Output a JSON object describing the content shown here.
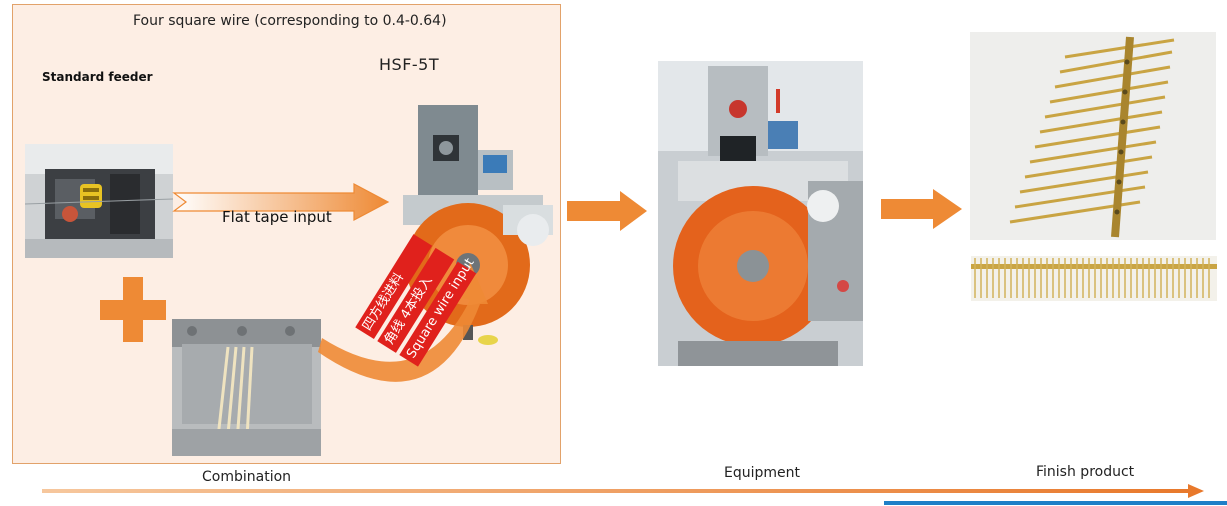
{
  "panel": {
    "title": "Four square wire (corresponding to 0.4-0.64)",
    "standard_feeder_label": "Standard feeder",
    "model_label": "HSF-5T",
    "flat_tape_label": "Flat tape input",
    "square_wire_labels": [
      "四方线进料",
      "角线 4本投入",
      "Square wire input"
    ]
  },
  "stages": {
    "combination": "Combination",
    "equipment": "Equipment",
    "finish_product": "Finish product"
  },
  "colors": {
    "panel_fill": "#fdeee4",
    "panel_border": "#e2a26a",
    "arrow_orange": "#ee8a35",
    "banner_red": "#e0211c",
    "accent_blue": "#1e7fc7"
  }
}
